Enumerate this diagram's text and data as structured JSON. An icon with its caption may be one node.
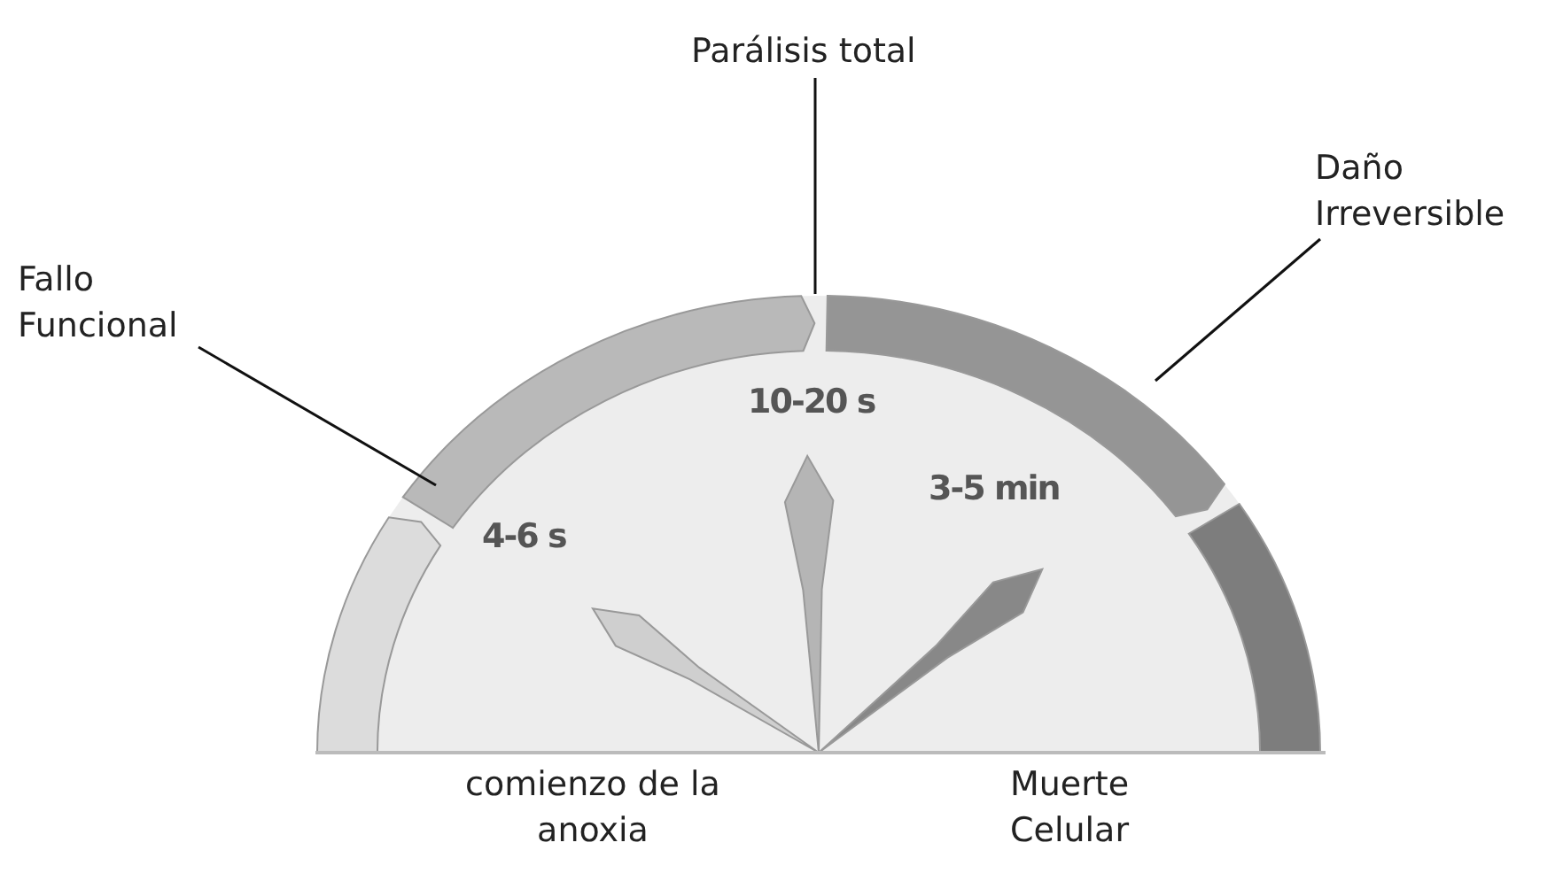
{
  "diagram": {
    "nodes": [
      {
        "text": [
          "Fallo Funcional"
        ]
      },
      {
        "text": [
          "Parálisis total"
        ]
      },
      {
        "text": [
          "Daño Irreversible"
        ]
      },
      {
        "text": [],
        "shape": "arc"
      },
      {
        "text": [],
        "shape": "arc"
      },
      {
        "text": [],
        "shape": "arc"
      },
      {
        "text": [],
        "shape": "arc"
      }
    ],
    "edges": [
      {
        "from": 0,
        "to": 4,
        "arrow": "none"
      },
      {
        "from": 1,
        "to": 4,
        "arrow": "none"
      },
      {
        "from": 2,
        "to": 5,
        "arrow": "none"
      }
    ],
    "labels": [
      "10-20 s",
      "3-5 min",
      "4-6 s",
      "comienzo de la anoxia",
      "Muerte Celular"
    ]
  }
}
